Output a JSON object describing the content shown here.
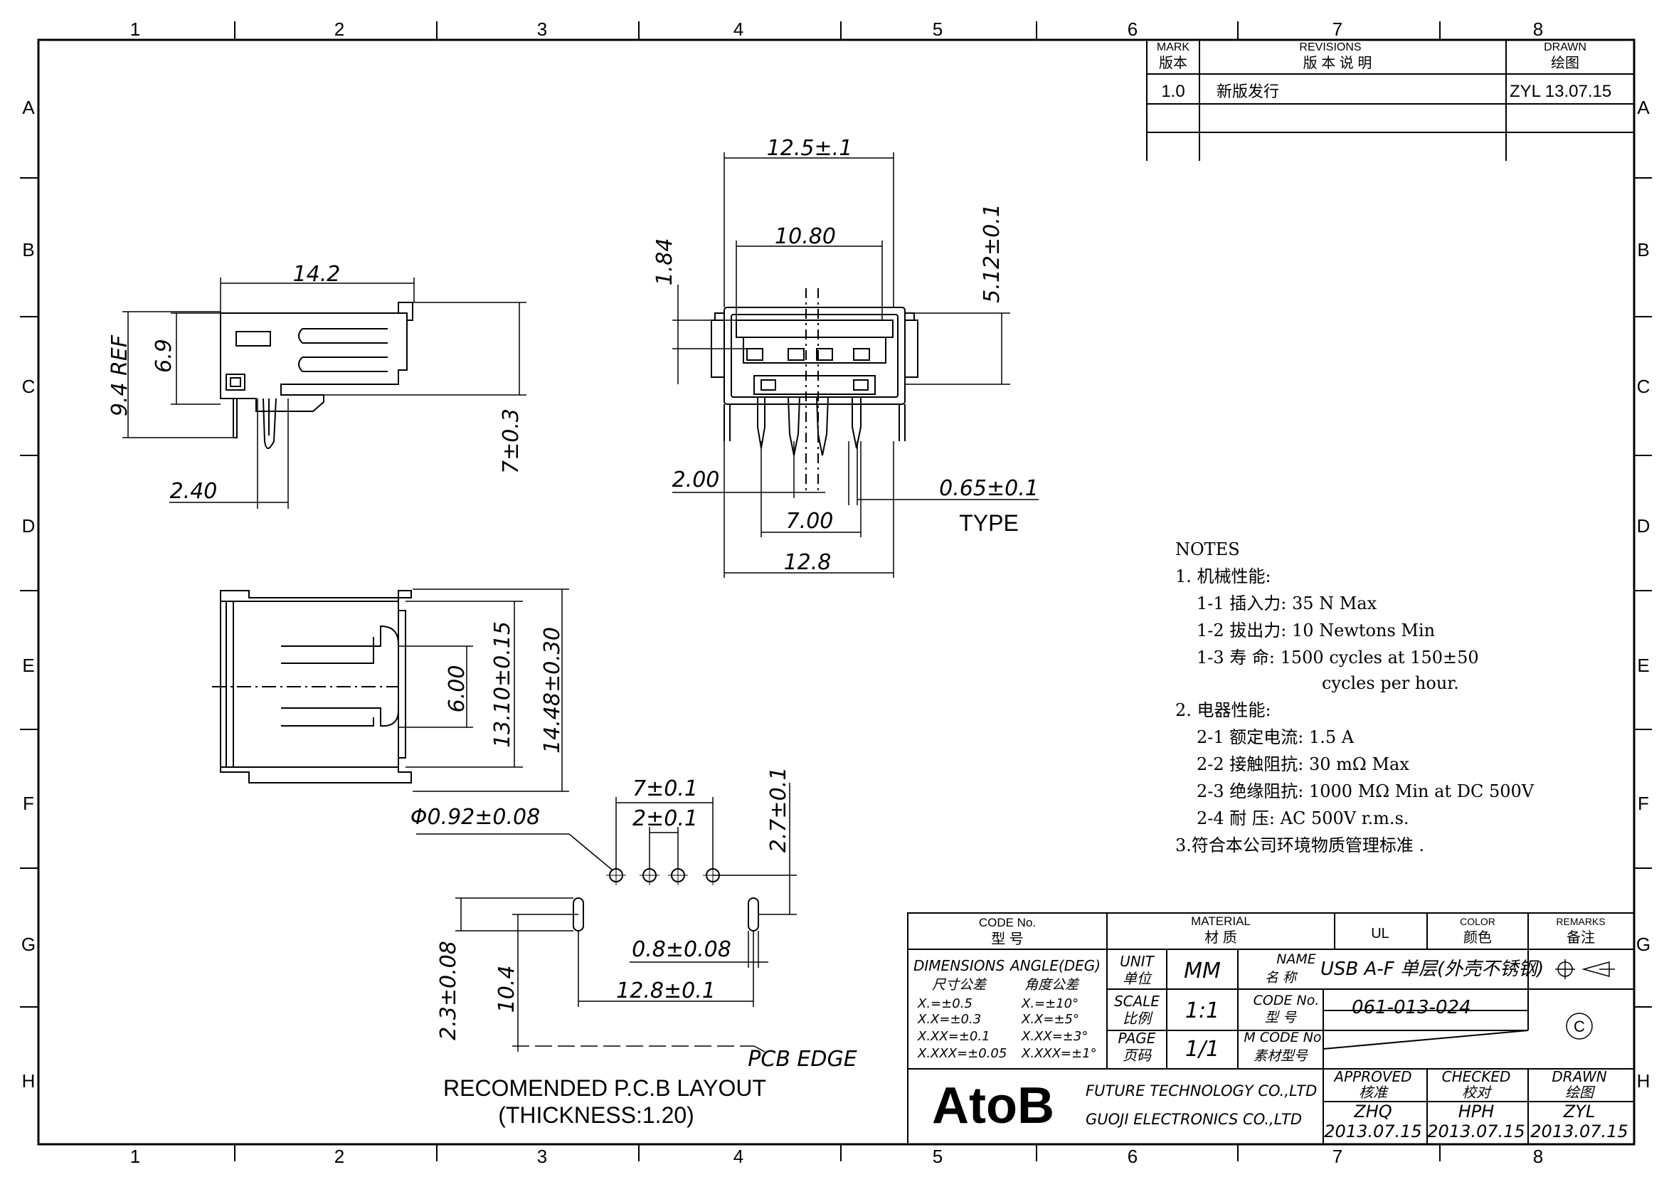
{
  "border": {
    "columns": [
      "1",
      "2",
      "3",
      "4",
      "5",
      "6",
      "7",
      "8"
    ],
    "rows": [
      "A",
      "B",
      "C",
      "D",
      "E",
      "F",
      "G",
      "H"
    ]
  },
  "revisions": {
    "mark_en": "MARK",
    "mark_cn": "版本",
    "revisions_en": "REVISIONS",
    "revisions_cn": "版 本 说 明",
    "drawn_en": "DRAWN",
    "drawn_cn": "绘图",
    "rows": [
      {
        "mark": "1.0",
        "desc": "新版发行",
        "drawn": "ZYL 13.07.15"
      }
    ]
  },
  "side_view": {
    "length": "14.2",
    "height_69": "6.9",
    "height_ref": "9.4 REF",
    "height_7": "7±0.3",
    "pin_offset": "2.40"
  },
  "front_view": {
    "width_outer": "12.5±.1",
    "width_inner": "10.80",
    "tongue": "1.84",
    "height": "5.12±0.1",
    "pitch": "2.00",
    "pin_span": "7.00",
    "foot_span": "12.8",
    "pin_width": "0.65±0.1",
    "pin_label": "TYPE"
  },
  "top_view": {
    "port": "6.00",
    "width1": "13.10±0.15",
    "width2": "14.48±0.30"
  },
  "pcb": {
    "hole_dia": "Φ0.92±0.08",
    "span_7": "7±0.1",
    "span_2": "2±0.1",
    "offset_27": "2.7±0.1",
    "slot_width": "0.8±0.08",
    "slot_span": "12.8±0.1",
    "slot_len": "2.3±0.08",
    "depth": "10.4",
    "edge_label": "PCB EDGE",
    "title": "RECOMENDED P.C.B LAYOUT",
    "thickness": "(THICKNESS:1.20)"
  },
  "notes": {
    "heading": "NOTES",
    "lines": [
      "1. 机械性能:",
      "1-1 插入力: 35 N Max",
      "1-2 拔出力: 10 Newtons Min",
      "1-3 寿  命: 1500 cycles at 150±50",
      "cycles per hour.",
      "2. 电器性能:",
      "2-1 额定电流: 1.5 A",
      "2-2 接触阻抗: 30 mΩ Max",
      "2-3 绝缘阻抗: 1000 MΩ Min at DC 500V",
      "2-4 耐   压: AC 500V r.m.s.",
      "3.符合本公司环境物质管理标准 ."
    ]
  },
  "title_block": {
    "code_no_en": "CODE No.",
    "code_no_cn": "型 号",
    "material_en": "MATERIAL",
    "material_cn": "材 质",
    "ul": "UL",
    "color_en": "COLOR",
    "color_cn": "颜色",
    "remarks_en": "REMARKS",
    "remarks_cn": "备注",
    "dimensions_en": "DIMENSIONS",
    "dimensions_cn": "尺寸公差",
    "angle_en": "ANGLE(DEG)",
    "angle_cn": "角度公差",
    "tol_lin": [
      "X.=±0.5",
      "X.X=±0.3",
      "X.XX=±0.1",
      "X.XXX=±0.05"
    ],
    "tol_ang": [
      "X.=±10°",
      "X.X=±5°",
      "X.XX=±3°",
      "X.XXX=±1°"
    ],
    "unit_en": "UNIT",
    "unit_cn": "单位",
    "unit_val": "MM",
    "name_en": "NAME",
    "name_cn": "名 称",
    "name_val": "USB A-F 单层(外壳不锈钢)",
    "scale_en": "SCALE",
    "scale_cn": "比例",
    "scale_val": "1:1",
    "code2_en": "CODE No.",
    "code2_cn": "型 号",
    "code_val": "061-013-024",
    "page_en": "PAGE",
    "page_cn": "页码",
    "page_val": "1/1",
    "mcode_en": "M CODE No.",
    "mcode_cn": "素材型号",
    "copyright": "C",
    "logo": "AtoB",
    "company1": "FUTURE TECHNOLOGY CO.,LTD",
    "company2": "GUOJI ELECTRONICS CO.,LTD",
    "approved_en": "APPROVED",
    "approved_cn": "核准",
    "approved_by": "ZHQ",
    "approved_date": "2013.07.15",
    "checked_en": "CHECKED",
    "checked_cn": "校对",
    "checked_by": "HPH",
    "checked_date": "2013.07.15",
    "drawn_en": "DRAWN",
    "drawn_cn": "绘图",
    "drawn_by": "ZYL",
    "drawn_date": "2013.07.15"
  }
}
